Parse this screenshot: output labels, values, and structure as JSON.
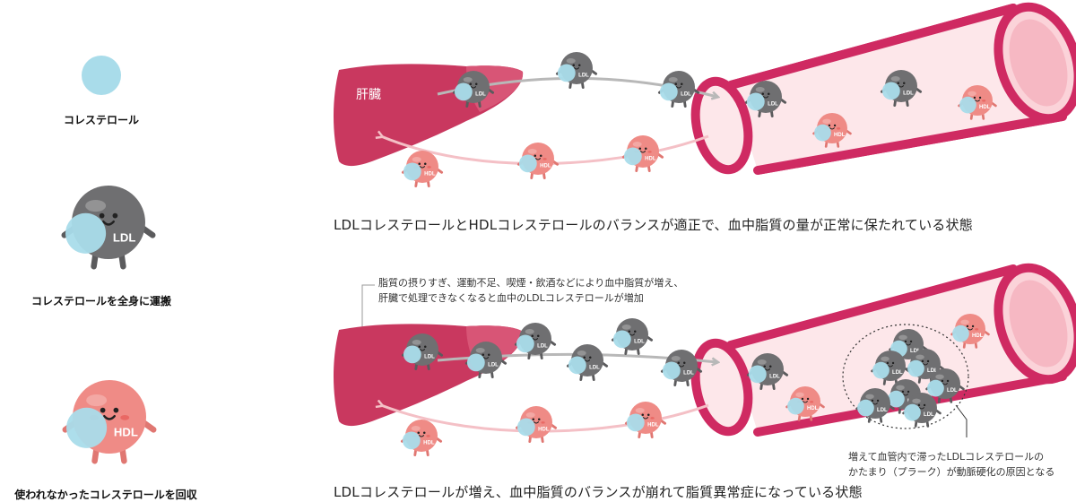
{
  "legend": {
    "cholesterol_label": "コレステロール",
    "ldl_label": "コレステロールを全身に運搬",
    "hdl_label": "使われなかったコレステロールを回収",
    "ldl_badge": "LDL",
    "hdl_badge": "HDL"
  },
  "top": {
    "liver_label": "肝臓",
    "caption": "LDLコレステロールとHDLコレステロールのバランスが適正で、血中脂質の量が正常に保たれている状態"
  },
  "bottom": {
    "note_lines": [
      "脂質の摂りすぎ、運動不足、喫煙・飲酒などにより血中脂質が増え、",
      "肝臓で処理できなくなると血中のLDLコレステロールが増加"
    ],
    "plaque_note_lines": [
      "増えて血管内で滞ったLDLコレステロールの",
      "かたまり（プラーク）が動脈硬化の原因となる"
    ],
    "caption": "LDLコレステロールが増え、血中脂質のバランスが崩れて脂質異常症になっている状態"
  },
  "colors": {
    "ldl": "#6f6f71",
    "hdl": "#ef8b86",
    "cholesterol": "#a9dcea",
    "liver": "#c9385f",
    "vessel_wall": "#cf2a62",
    "vessel_inner": "#fde7ea"
  }
}
